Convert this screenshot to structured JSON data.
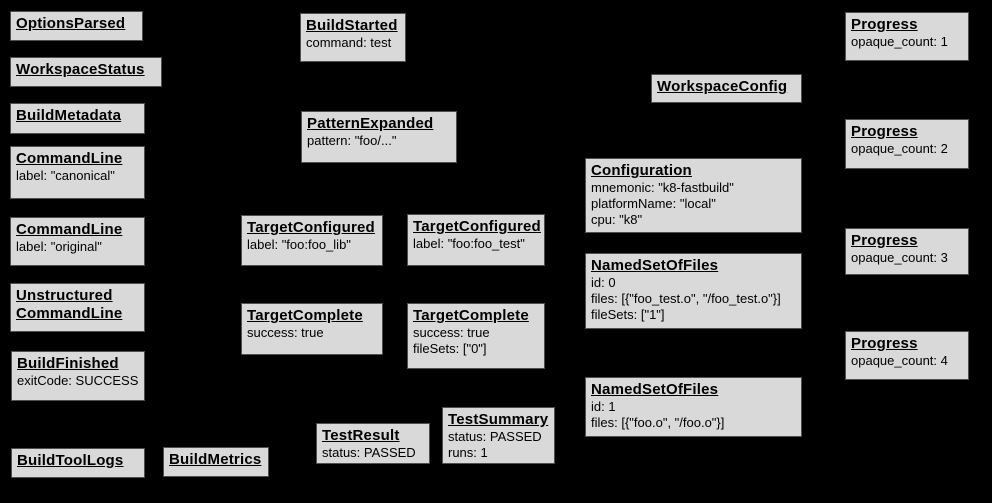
{
  "diagram": {
    "background_color": "#000000",
    "box_fill_color": "#d9d9d9",
    "box_border_color": "#4f4f4f",
    "text_color": "#000000"
  },
  "boxes": [
    {
      "title": "OptionsParsed",
      "lines": []
    },
    {
      "title": "WorkspaceStatus",
      "lines": []
    },
    {
      "title": "BuildMetadata",
      "lines": []
    },
    {
      "title": "CommandLine",
      "lines": [
        "label: \"canonical\""
      ]
    },
    {
      "title": "CommandLine",
      "lines": [
        "label: \"original\""
      ]
    },
    {
      "title": "Unstructured CommandLine",
      "lines": []
    },
    {
      "title": "BuildFinished",
      "lines": [
        "exitCode: SUCCESS"
      ]
    },
    {
      "title": "BuildToolLogs",
      "lines": []
    },
    {
      "title": "BuildMetrics",
      "lines": []
    },
    {
      "title": "BuildStarted",
      "lines": [
        "command: test"
      ]
    },
    {
      "title": "PatternExpanded",
      "lines": [
        "pattern: \"foo/...\""
      ]
    },
    {
      "title": "TargetConfigured",
      "lines": [
        "label: \"foo:foo_lib\""
      ]
    },
    {
      "title": "TargetConfigured",
      "lines": [
        "label: \"foo:foo_test\""
      ]
    },
    {
      "title": "TargetComplete",
      "lines": [
        "success: true"
      ]
    },
    {
      "title": "TargetComplete",
      "lines": [
        "success: true",
        "fileSets: [\"0\"]"
      ]
    },
    {
      "title": "TestResult",
      "lines": [
        "status: PASSED"
      ]
    },
    {
      "title": "TestSummary",
      "lines": [
        "status: PASSED",
        "runs: 1"
      ]
    },
    {
      "title": "WorkspaceConfig",
      "lines": []
    },
    {
      "title": "Configuration",
      "lines": [
        "mnemonic: \"k8-fastbuild\"",
        "platformName: \"local\"",
        "cpu: \"k8\""
      ]
    },
    {
      "title": "NamedSetOfFiles",
      "lines": [
        "id: 0",
        "files: [{\"foo_test.o\", \"/foo_test.o\"}]",
        "fileSets: [\"1\"]"
      ]
    },
    {
      "title": "NamedSetOfFiles",
      "lines": [
        "id: 1",
        "files: [{\"foo.o\", \"/foo.o\"}]"
      ]
    },
    {
      "title": "Progress",
      "lines": [
        "opaque_count: 1"
      ]
    },
    {
      "title": "Progress",
      "lines": [
        "opaque_count: 2"
      ]
    },
    {
      "title": "Progress",
      "lines": [
        "opaque_count: 3"
      ]
    },
    {
      "title": "Progress",
      "lines": [
        "opaque_count: 4"
      ]
    }
  ]
}
